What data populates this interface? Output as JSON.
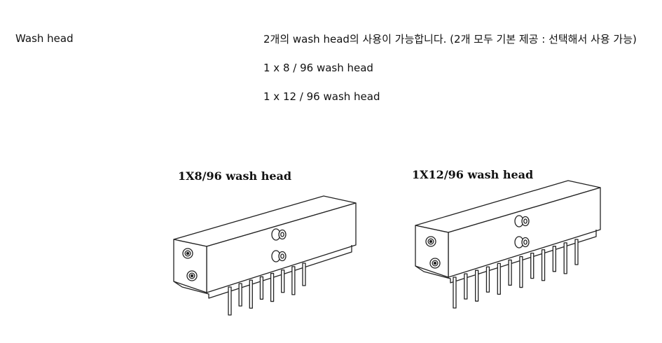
{
  "spec": {
    "label": "Wash head",
    "lines": [
      "2개의 wash head의 사용이 가능합니다. (2개 모두 기본 제공 : 선택해서 사용 가능)",
      "1 x 8  / 96 wash head",
      "1 x 12 / 96 wash head"
    ]
  },
  "figures": [
    {
      "title": "1X8/96 wash head",
      "pins": 8
    },
    {
      "title": "1X12/96 wash head",
      "pins": 12
    }
  ]
}
